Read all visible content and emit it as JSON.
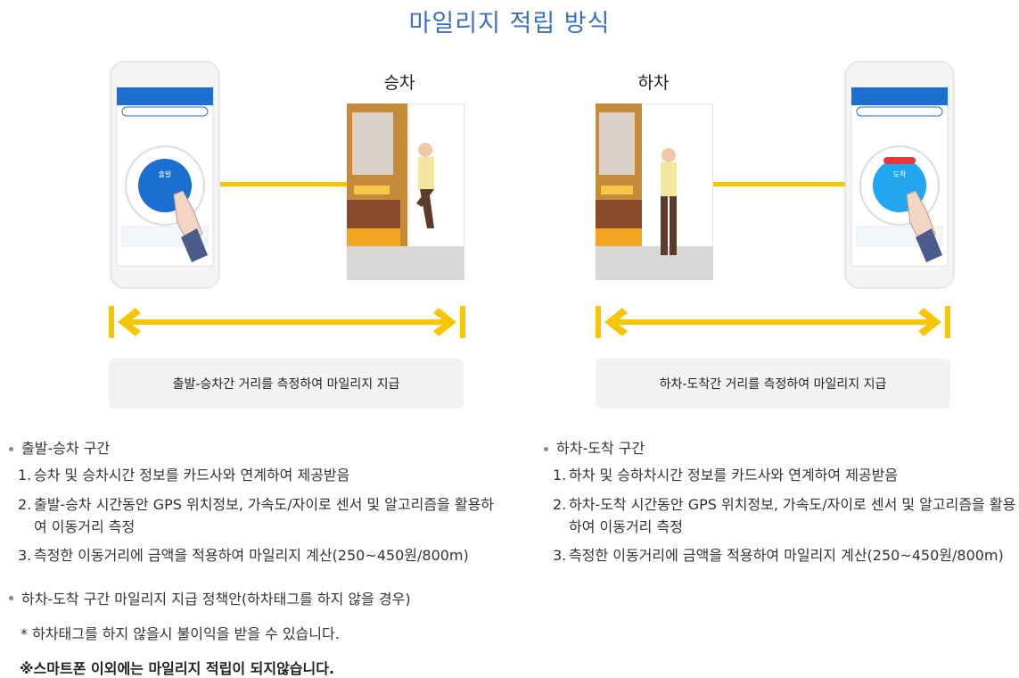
{
  "title": "마일리지 적립 방식",
  "boarding_label": "승차",
  "alighting_label": "하차",
  "phone_left": {
    "button_label": "출발"
  },
  "phone_right": {
    "button_label": "도착"
  },
  "caption_left": "출발-승차간 거리를 측정하여 마일리지 지급",
  "caption_right": "하차-도착간 거리를 측정하여 마일리지 지급",
  "section_left": {
    "heading": "출발-승차 구간",
    "items": [
      {
        "num": "1.",
        "text": "승차 및 승차시간 정보를 카드사와 연계하여 제공받음"
      },
      {
        "num": "2.",
        "text": "출발-승차 시간동안 GPS 위치정보, 가속도/자이로 센서 및 알고리즘을 활용하여 이동거리 측정"
      },
      {
        "num": "3.",
        "text": "측정한 이동거리에 금액을 적용하여 마일리지 계산(250~450원/800m)"
      }
    ]
  },
  "section_right": {
    "heading": "하차-도착 구간",
    "items": [
      {
        "num": "1.",
        "text": "하차 및 승하차시간 정보를 카드사와 연계하여 제공받음"
      },
      {
        "num": "2.",
        "text": "하차-도착 시간동안 GPS 위치정보, 가속도/자이로 센서 및 알고리즘을 활용하여 이동거리 측정"
      },
      {
        "num": "3.",
        "text": "측정한 이동거리에 금액을 적용하여 마일리지 계산(250~450원/800m)"
      }
    ]
  },
  "policy": {
    "heading": "하차-도착 구간 마일리지 지급 정책안(하차태그를 하지 않을 경우)",
    "note": "*  하차태그를 하지 않을시 불이익을 받을 수 있습니다.",
    "warning": "※스마트폰 이외에는 마일리지 적립이 되지않습니다."
  },
  "colors": {
    "accent": "#3d6fc0",
    "arrow": "#f7c600",
    "button": "#1a6fd1"
  }
}
